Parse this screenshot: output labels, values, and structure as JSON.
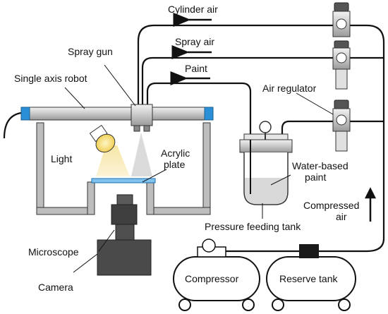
{
  "labels": {
    "cylinder_air": "Cylinder air",
    "spray_gun": "Spray gun",
    "spray_air": "Spray air",
    "paint": "Paint",
    "single_axis_robot": "Single axis robot",
    "air_regulator": "Air regulator",
    "light": "Light",
    "acrylic_line1": "Acrylic",
    "acrylic_line2": "plate",
    "water_line1": "Water-based",
    "water_line2": "paint",
    "compressed_line1": "Compressed",
    "compressed_line2": "air",
    "pressure_tank": "Pressure feeding tank",
    "microscope": "Microscope",
    "camera": "Camera",
    "compressor": "Compressor",
    "reserve_tank": "Reserve tank"
  },
  "colors": {
    "line": "#111111",
    "rail_blue": "#2a8fd6",
    "frame_gray": "#bdbdbd",
    "dark_gray": "#4a4a4a",
    "light_beam": "#f3e3a6",
    "paint_fill": "#d9d9d9",
    "plate_blue": "#7fc3ee"
  }
}
